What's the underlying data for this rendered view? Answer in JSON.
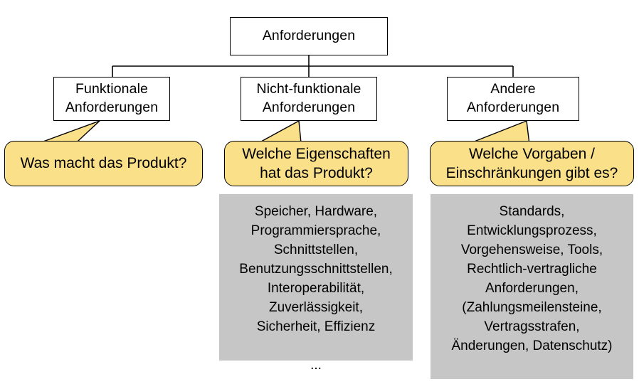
{
  "diagram": {
    "title": "Anforderungen",
    "type": "tree-diagram-with-callouts",
    "colors": {
      "callout_fill": "#fbe08a",
      "panel_fill": "#c6c6c6",
      "node_fill": "#ffffff",
      "line": "#000000"
    },
    "root": {
      "label": "Anforderungen"
    },
    "nodes": [
      {
        "id": "functional",
        "label": "Funktionale\nAnforderungen"
      },
      {
        "id": "non-functional",
        "label": "Nicht-funktionale\nAnforderungen"
      },
      {
        "id": "other",
        "label": "Andere\nAnforderungen"
      }
    ],
    "callouts": [
      {
        "id": "callout-functional",
        "text": "Was macht das Produkt?"
      },
      {
        "id": "callout-non-functional",
        "text": "Welche Eigenschaften\nhat das Produkt?"
      },
      {
        "id": "callout-other",
        "text": "Welche Vorgaben /\nEinschränkungen gibt es?"
      }
    ],
    "panels": [
      {
        "id": "panel-non-functional",
        "text": "Speicher, Hardware,\nProgrammiersprache,\nSchnittstellen,\nBenutzungsschnittstellen,\nInteroperabilität,\nZuverlässigkeit,\nSicherheit, Effizienz\n\n..."
      },
      {
        "id": "panel-other",
        "text": "Standards,\nEntwicklungsprozess,\nVorgehensweise, Tools,\nRechtlich-vertragliche\nAnforderungen,\n(Zahlungsmeilensteine,\nVertragsstrafen,\nÄnderungen, Datenschutz)\n\n..."
      }
    ]
  }
}
